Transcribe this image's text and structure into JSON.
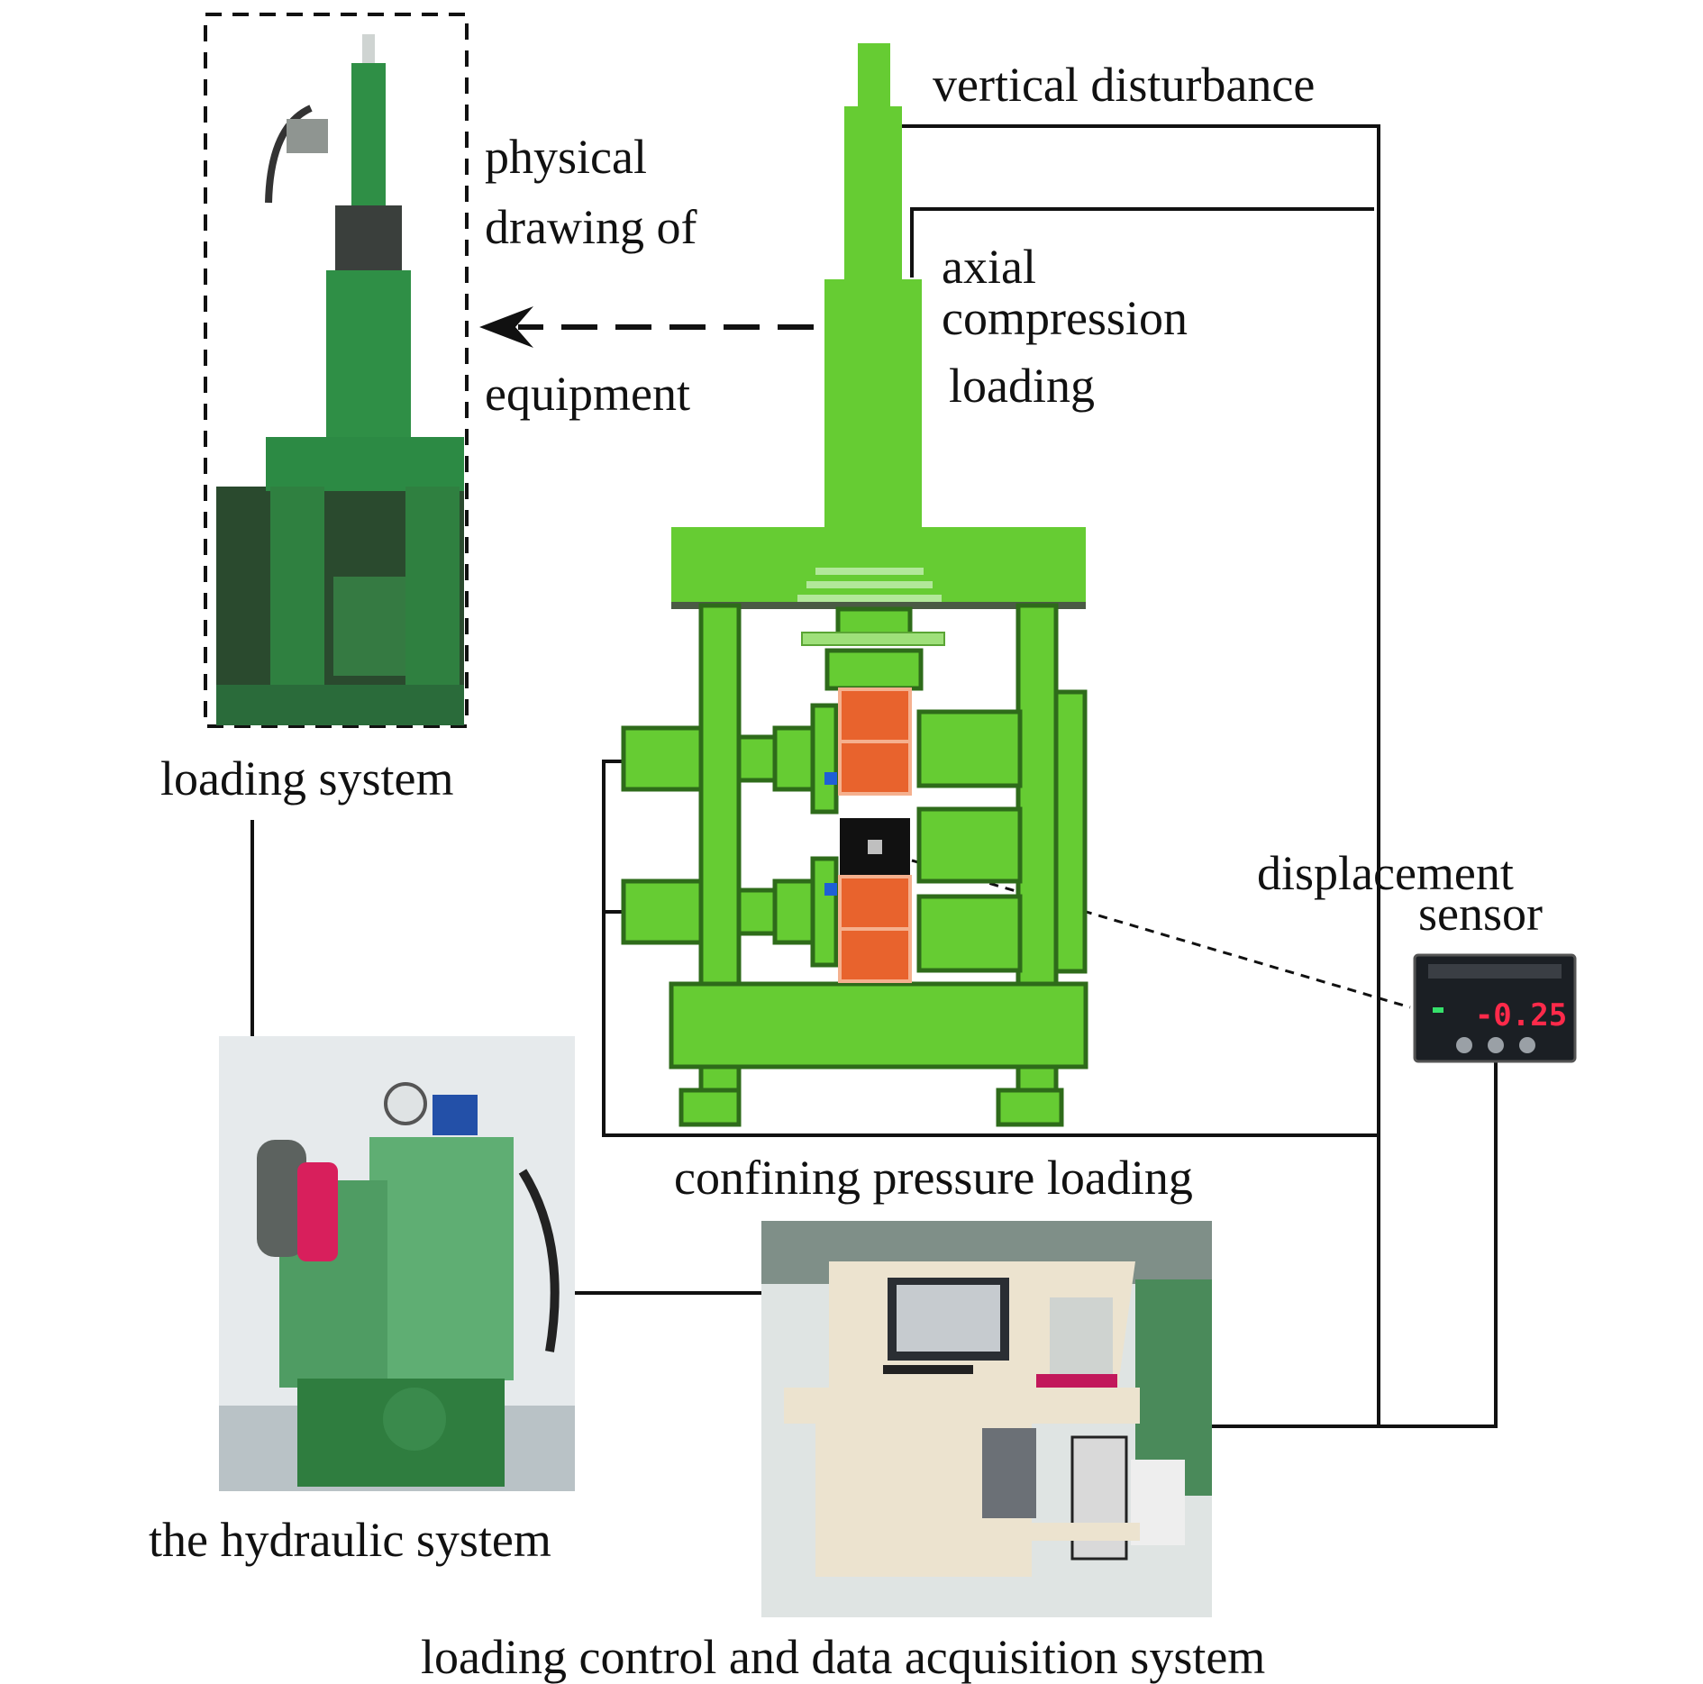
{
  "labels": {
    "physical_line1": "physical",
    "physical_line2": "drawing of",
    "physical_line3": "equipment",
    "loading_system": "loading system",
    "vertical_disturbance": "vertical disturbance",
    "axial_line1": "axial",
    "axial_line2": "compression",
    "axial_line3": "loading",
    "displacement_line1": "displacement",
    "displacement_line2": "sensor",
    "confining_pressure_loading": "confining pressure loading",
    "hydraulic_system": "the hydraulic system",
    "control_system": "loading control and data acquisition system"
  },
  "sensor": {
    "readout": "-0.25"
  },
  "colors": {
    "machine_green": "#66cc33",
    "machine_outline": "#2e6b1a",
    "specimen_orange": "#e8632d",
    "photo_green": "#2f7d3f",
    "desk_beige": "#ece3cf",
    "sensor_digits": "#ff2a4a"
  }
}
